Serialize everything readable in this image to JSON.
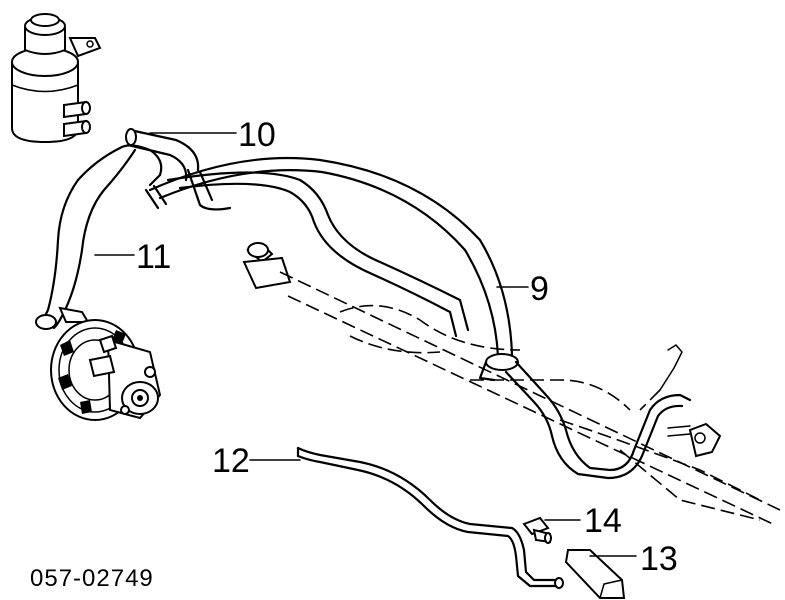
{
  "diagram": {
    "id_code": "057-02749",
    "callouts": [
      {
        "key": "c9",
        "label": "9"
      },
      {
        "key": "c10",
        "label": "10"
      },
      {
        "key": "c11",
        "label": "11"
      },
      {
        "key": "c12",
        "label": "12"
      },
      {
        "key": "c13",
        "label": "13"
      },
      {
        "key": "c14",
        "label": "14"
      }
    ]
  }
}
